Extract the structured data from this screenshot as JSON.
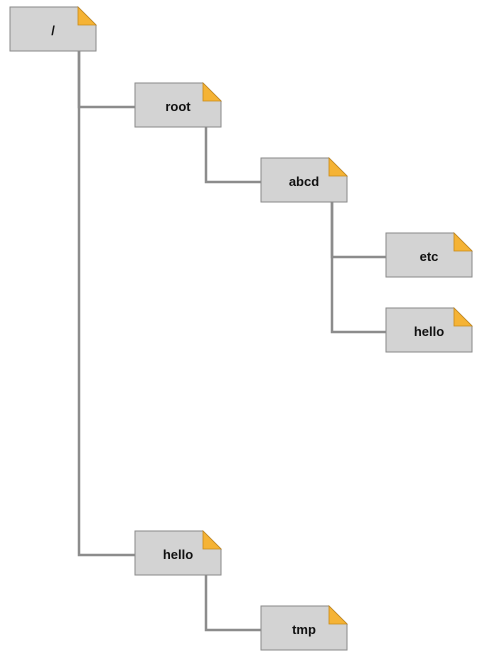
{
  "tree": {
    "nodes": [
      {
        "id": "root-dir",
        "label": "/"
      },
      {
        "id": "dir-root",
        "label": "root"
      },
      {
        "id": "dir-abcd",
        "label": "abcd"
      },
      {
        "id": "dir-etc",
        "label": "etc"
      },
      {
        "id": "dir-abcd-hello",
        "label": "hello"
      },
      {
        "id": "dir-hello",
        "label": "hello"
      },
      {
        "id": "dir-tmp",
        "label": "tmp"
      }
    ],
    "edges": [
      {
        "from": "root-dir",
        "to": "dir-root"
      },
      {
        "from": "root-dir",
        "to": "dir-hello"
      },
      {
        "from": "dir-root",
        "to": "dir-abcd"
      },
      {
        "from": "dir-abcd",
        "to": "dir-etc"
      },
      {
        "from": "dir-abcd",
        "to": "dir-abcd-hello"
      },
      {
        "from": "dir-hello",
        "to": "dir-tmp"
      }
    ],
    "colors": {
      "node_fill": "#d3d3d3",
      "node_border": "#8a8a8a",
      "corner_fold": "#f5b335",
      "connector": "#8c8c8c"
    }
  }
}
